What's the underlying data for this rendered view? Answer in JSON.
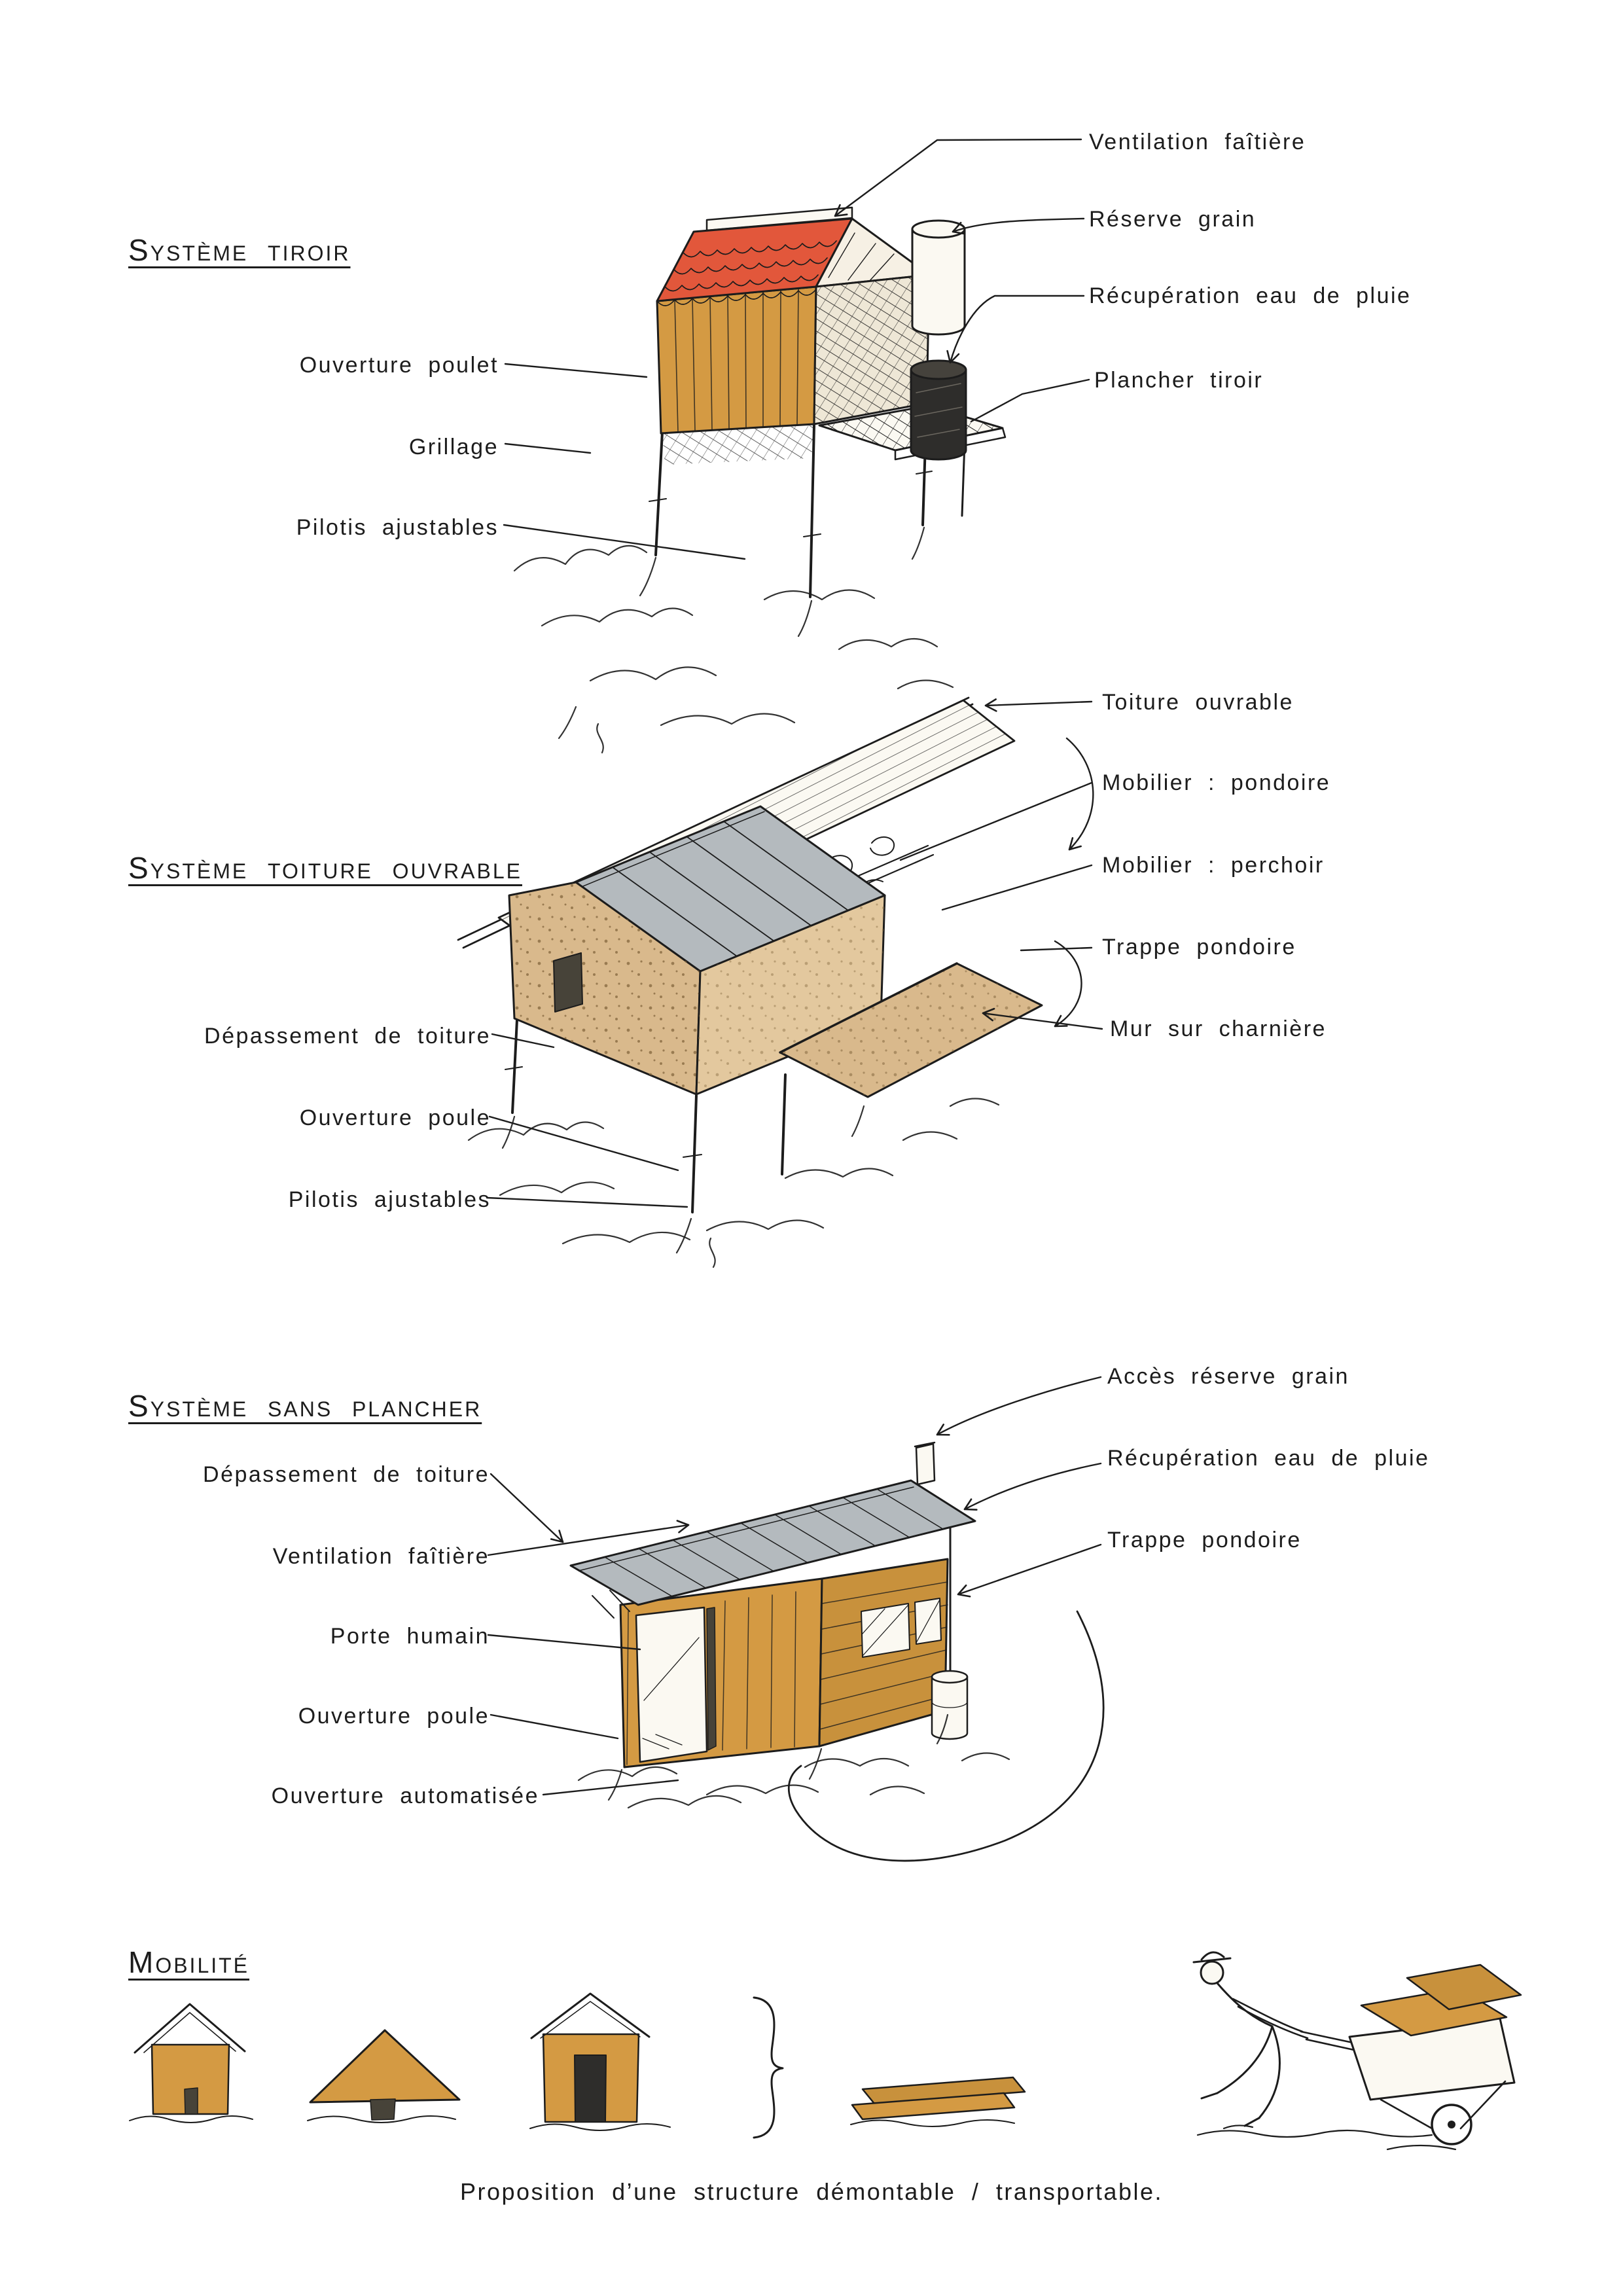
{
  "colors": {
    "wood": "#d49a43",
    "wood_dark": "#c8913c",
    "roof_red": "#e2573b",
    "metal": "#b4babe",
    "tan": "#d9b98c",
    "tan_light": "#e3c89e",
    "ink": "#1c1c1c",
    "dark_fill": "#2e2d2b",
    "speckle": "#7d6138"
  },
  "sections": {
    "tiroir": {
      "title": "Système tiroir",
      "labels_left": [
        "Ouverture poulet",
        "Grillage",
        "Pilotis ajustables"
      ],
      "labels_right": [
        "Ventilation faîtière",
        "Réserve grain",
        "Récupération eau de pluie",
        "Plancher tiroir"
      ]
    },
    "toiture": {
      "title": "Système toiture ouvrable",
      "labels_left": [
        "Dépassement de toiture",
        "Ouverture poule",
        "Pilotis ajustables"
      ],
      "labels_right": [
        "Toiture ouvrable",
        "Mobilier : pondoire",
        "Mobilier : perchoir",
        "Trappe pondoire",
        "Mur sur charnière"
      ]
    },
    "plancher": {
      "title": "Système sans plancher",
      "labels_left": [
        "Dépassement de toiture",
        "Ventilation faîtière",
        "Porte humain",
        "Ouverture poule",
        "Ouverture automatisée"
      ],
      "labels_right": [
        "Accès réserve grain",
        "Récupération eau de pluie",
        "Trappe pondoire"
      ]
    },
    "mobilite": {
      "title": "Mobilité"
    }
  },
  "caption": "Proposition d’une structure démontable / transportable."
}
